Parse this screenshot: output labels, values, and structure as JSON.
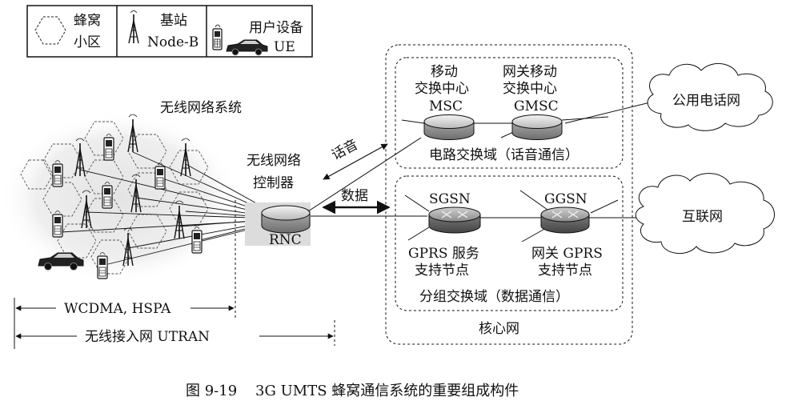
{
  "legend": {
    "cell": [
      "蜂窝",
      "小区"
    ],
    "base_station": [
      "基站",
      "Node-B"
    ],
    "user_equipment": [
      "用户设备",
      "UE"
    ]
  },
  "ran": {
    "label": "无线网络系统",
    "rnc_title": [
      "无线网络",
      "控制器"
    ],
    "rnc": "RNC",
    "range_inner": "WCDMA, HSPA",
    "range_outer": "无线接入网 UTRAN"
  },
  "links": {
    "voice": "话音",
    "data": "数据"
  },
  "core": {
    "circuit": {
      "msc_title": [
        "移动",
        "交换中心"
      ],
      "msc": "MSC",
      "gmsc_title": [
        "网关移动",
        "交换中心"
      ],
      "gmsc": "GMSC",
      "domain": "电路交换域（话音通信）"
    },
    "packet": {
      "sgsn": "SGSN",
      "sgsn_desc": [
        "GPRS 服务",
        "支持节点"
      ],
      "ggsn": "GGSN",
      "ggsn_desc": [
        "网关 GPRS",
        "支持节点"
      ],
      "domain": "分组交换域（数据通信）"
    },
    "label": "核心网"
  },
  "external": {
    "pstn": "公用电话网",
    "internet": "互联网"
  },
  "caption": "图 9-19    3G UMTS 蜂窝通信系统的重要组成构件"
}
